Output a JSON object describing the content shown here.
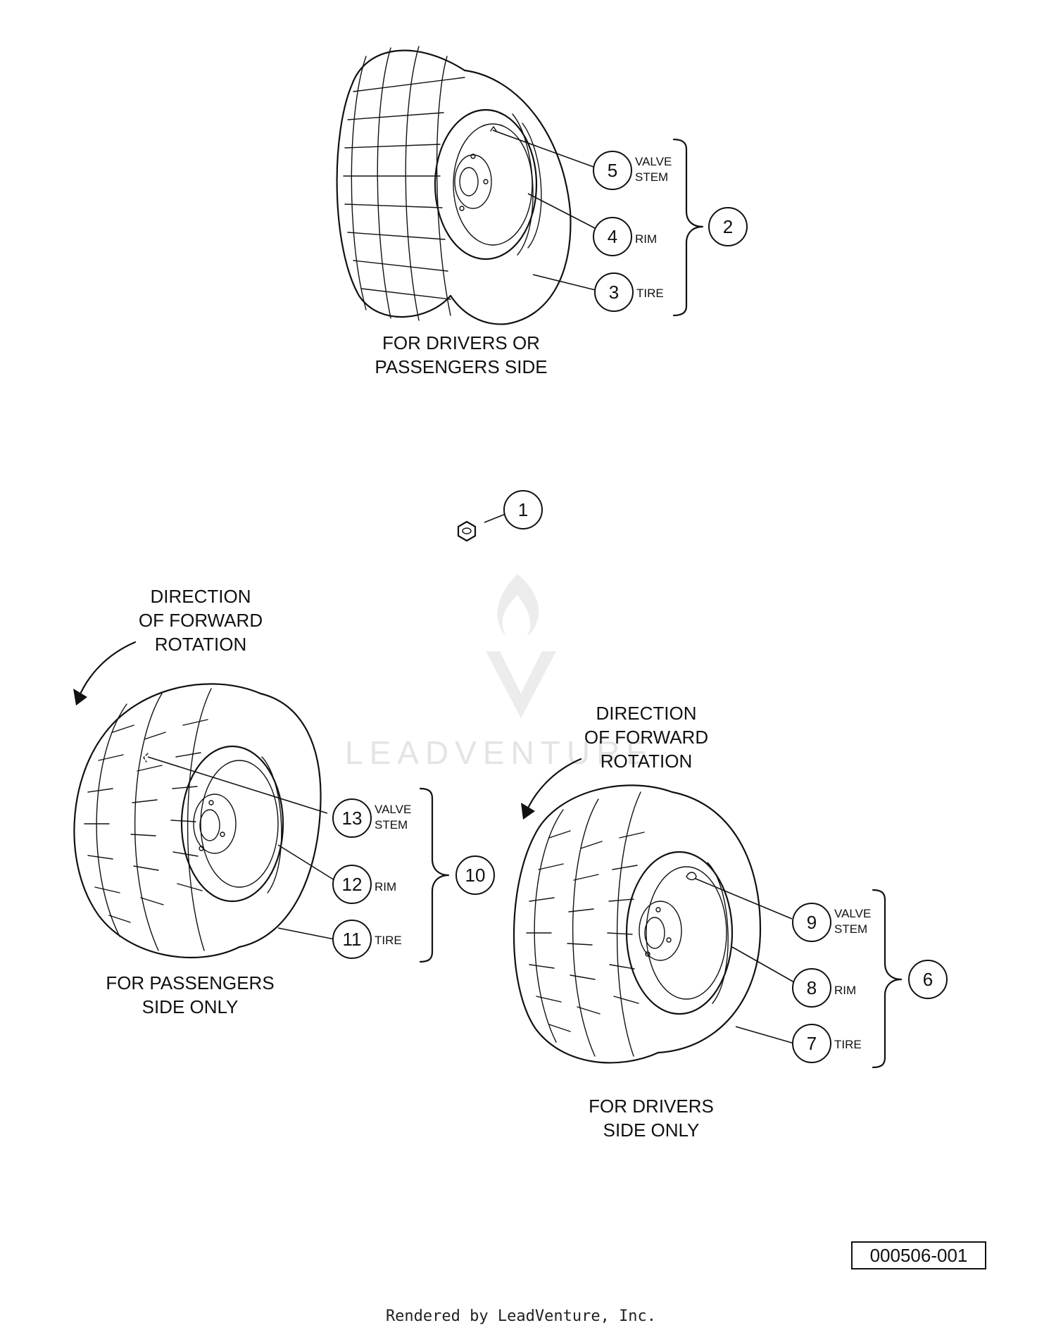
{
  "callouts": {
    "c1": {
      "num": "1"
    },
    "c2": {
      "num": "2"
    },
    "c3": {
      "num": "3",
      "label": "TIRE"
    },
    "c4": {
      "num": "4",
      "label": "RIM"
    },
    "c5": {
      "num": "5",
      "label1": "VALVE",
      "label2": "STEM"
    },
    "c6": {
      "num": "6"
    },
    "c7": {
      "num": "7",
      "label": "TIRE"
    },
    "c8": {
      "num": "8",
      "label": "RIM"
    },
    "c9": {
      "num": "9",
      "label1": "VALVE",
      "label2": "STEM"
    },
    "c10": {
      "num": "10"
    },
    "c11": {
      "num": "11",
      "label": "TIRE"
    },
    "c12": {
      "num": "12",
      "label": "RIM"
    },
    "c13": {
      "num": "13",
      "label1": "VALVE",
      "label2": "STEM"
    }
  },
  "captions": {
    "top": {
      "line1": "FOR DRIVERS OR",
      "line2": "PASSENGERS SIDE"
    },
    "left": {
      "line1": "FOR PASSENGERS",
      "line2": "SIDE ONLY"
    },
    "right": {
      "line1": "FOR DRIVERS",
      "line2": "SIDE ONLY"
    }
  },
  "rotation_left": {
    "line1": "DIRECTION",
    "line2": "OF FORWARD",
    "line3": "ROTATION"
  },
  "rotation_right": {
    "line1": "DIRECTION",
    "line2": "OF FORWARD",
    "line3": "ROTATION"
  },
  "watermark": "LEADVENTURE",
  "diagram_code": "000506-001",
  "footer": "Rendered by LeadVenture, Inc."
}
